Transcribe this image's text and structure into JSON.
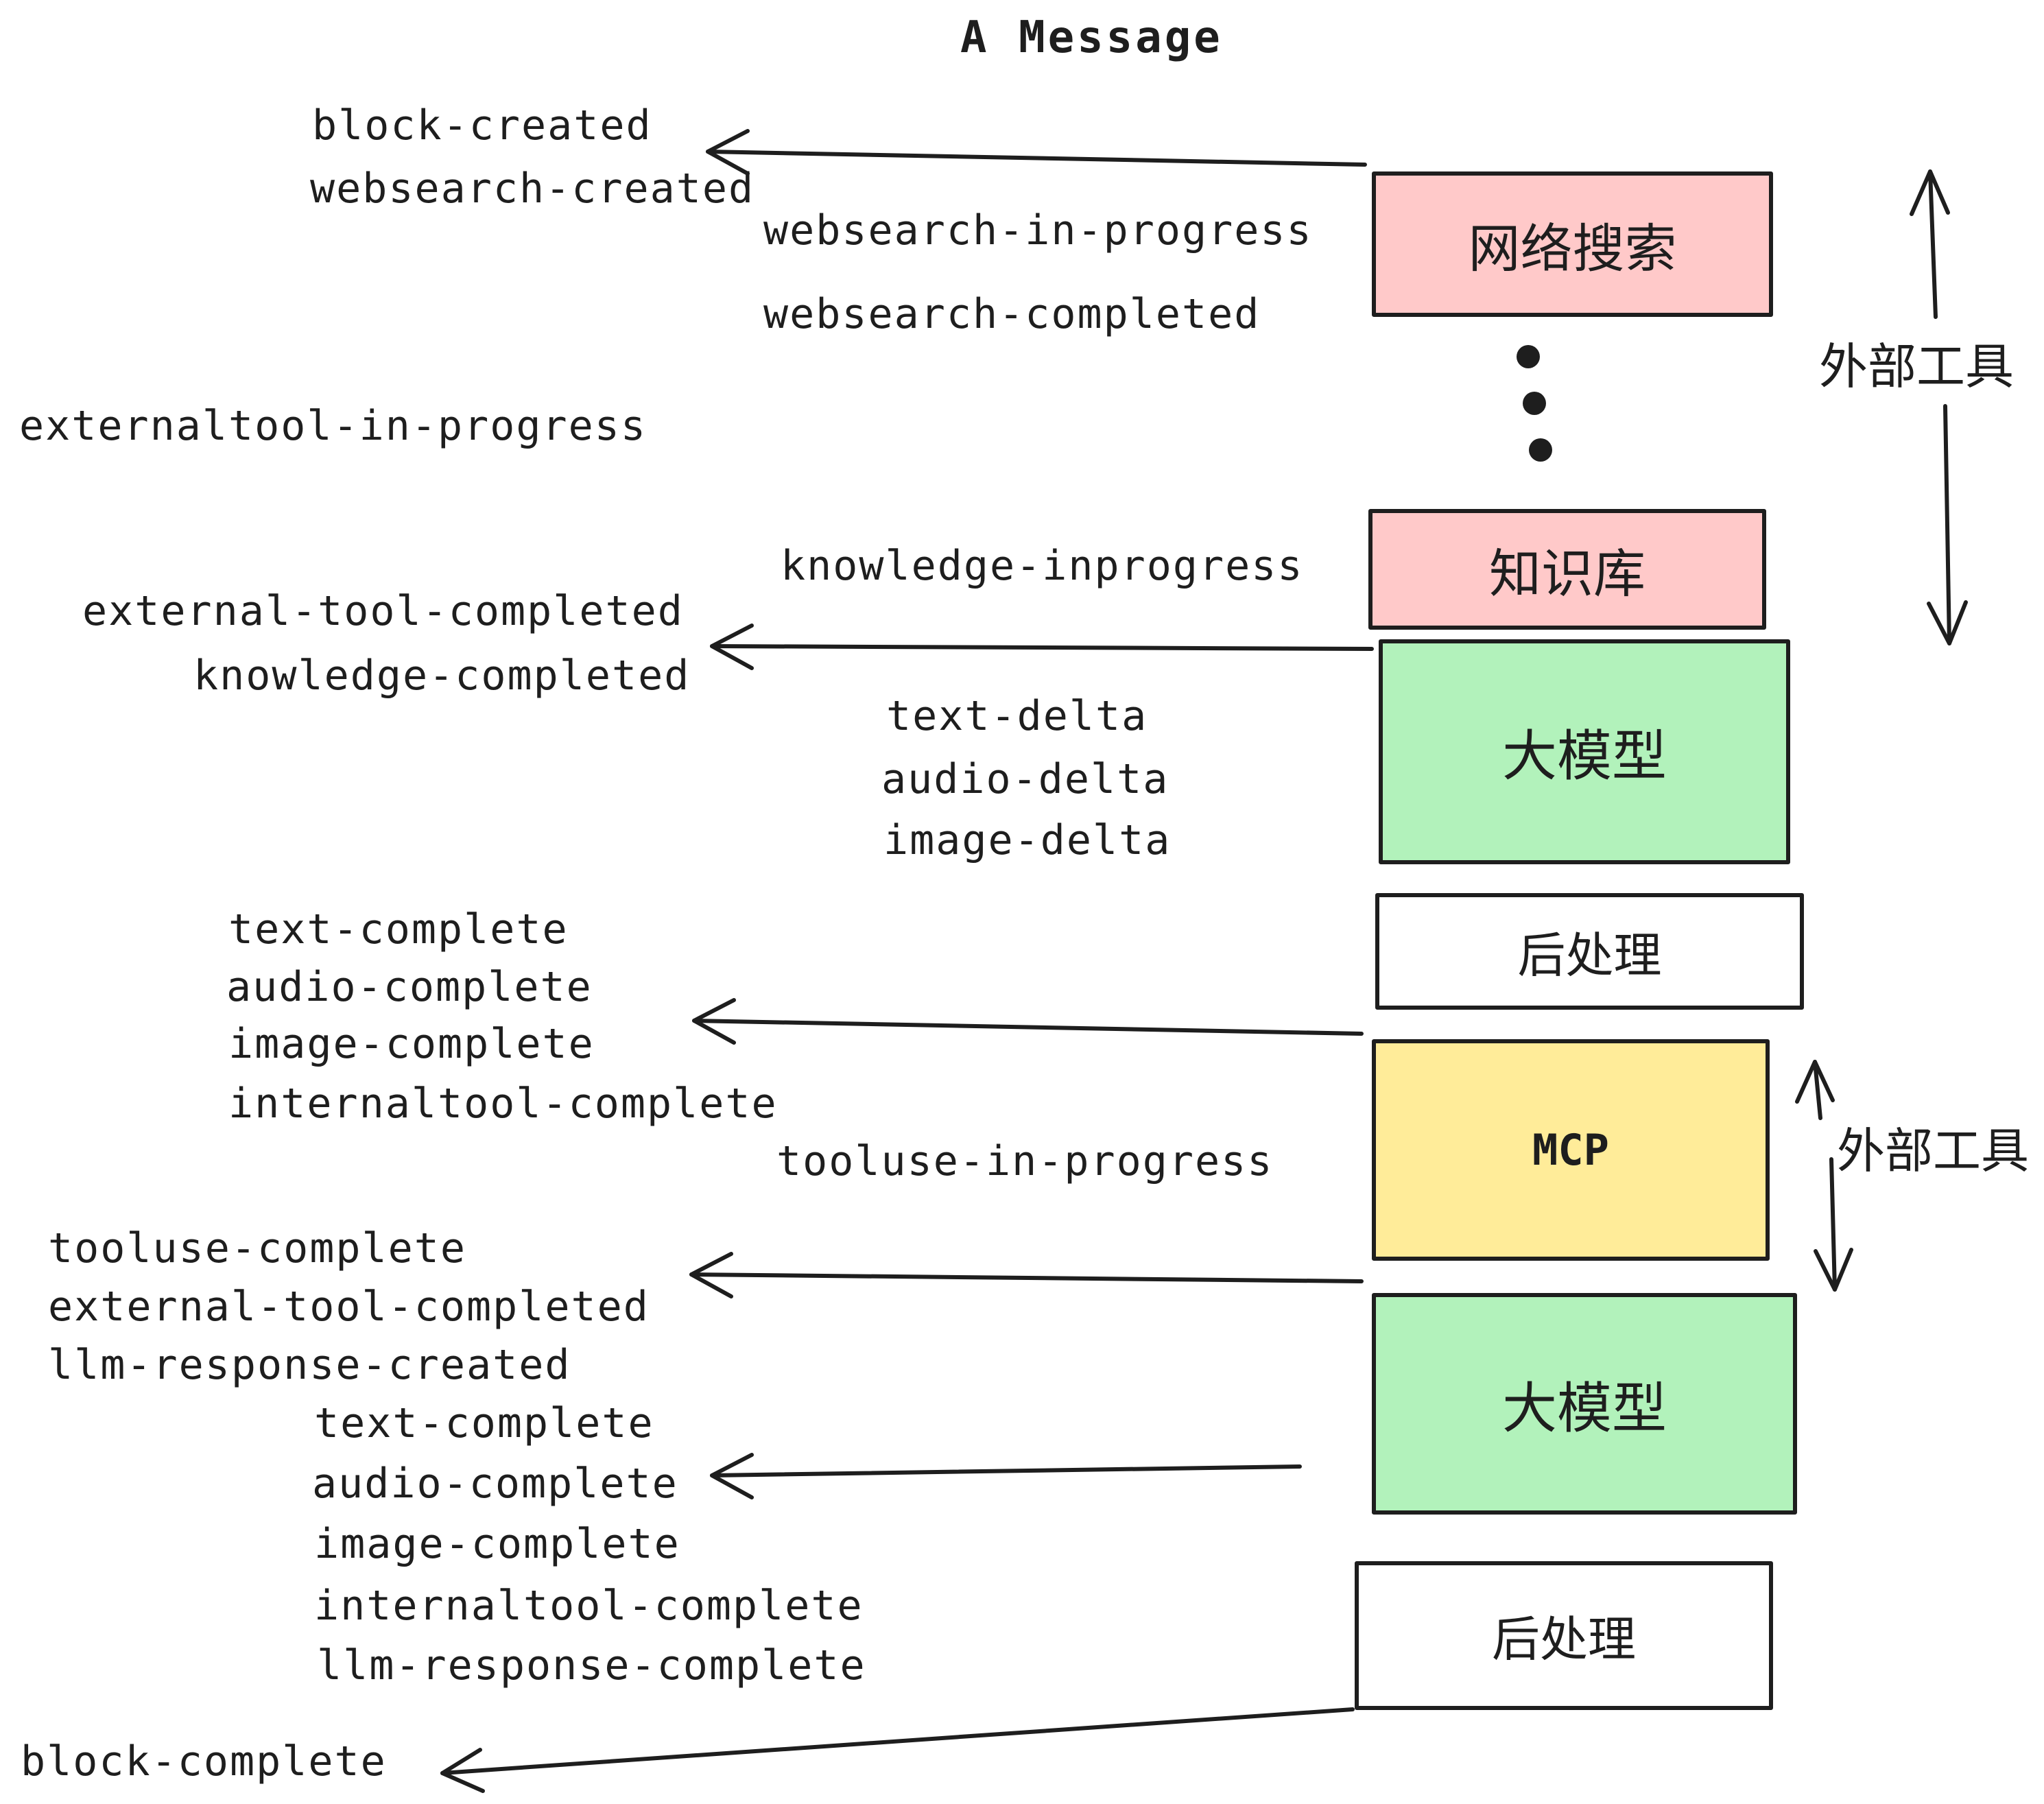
{
  "title": "A Message",
  "colors": {
    "pink": "#ffc9c9",
    "green": "#b2f2bb",
    "yellow": "#ffec99",
    "white": "#ffffff",
    "stroke": "#1e1e1e"
  },
  "boxes": [
    {
      "label": "网络搜索",
      "fill": "#ffc9c9"
    },
    {
      "label": "知识库",
      "fill": "#ffc9c9"
    },
    {
      "label": "大模型",
      "fill": "#b2f2bb"
    },
    {
      "label": "后处理",
      "fill": "#ffffff"
    },
    {
      "label": "MCP",
      "fill": "#ffec99"
    },
    {
      "label": "大模型",
      "fill": "#b2f2bb"
    },
    {
      "label": "后处理",
      "fill": "#ffffff"
    }
  ],
  "annotations": {
    "external_tools": "外部工具"
  },
  "events": {
    "block_created": "block-created",
    "websearch_created": "websearch-created",
    "websearch_in_progress": "websearch-in-progress",
    "websearch_completed": "websearch-completed",
    "externaltool_in_progress": "externaltool-in-progress",
    "knowledge_inprogress": "knowledge-inprogress",
    "external_tool_completed": "external-tool-completed",
    "knowledge_completed": "knowledge-completed",
    "text_delta": "text-delta",
    "audio_delta": "audio-delta",
    "image_delta": "image-delta",
    "text_complete": "text-complete",
    "audio_complete": "audio-complete",
    "image_complete": "image-complete",
    "internaltool_complete": "internaltool-complete",
    "tooluse_in_progress": "tooluse-in-progress",
    "tooluse_complete": "tooluse-complete",
    "llm_response_created": "llm-response-created",
    "llm_response_complete": "llm-response-complete",
    "block_complete": "block-complete"
  }
}
